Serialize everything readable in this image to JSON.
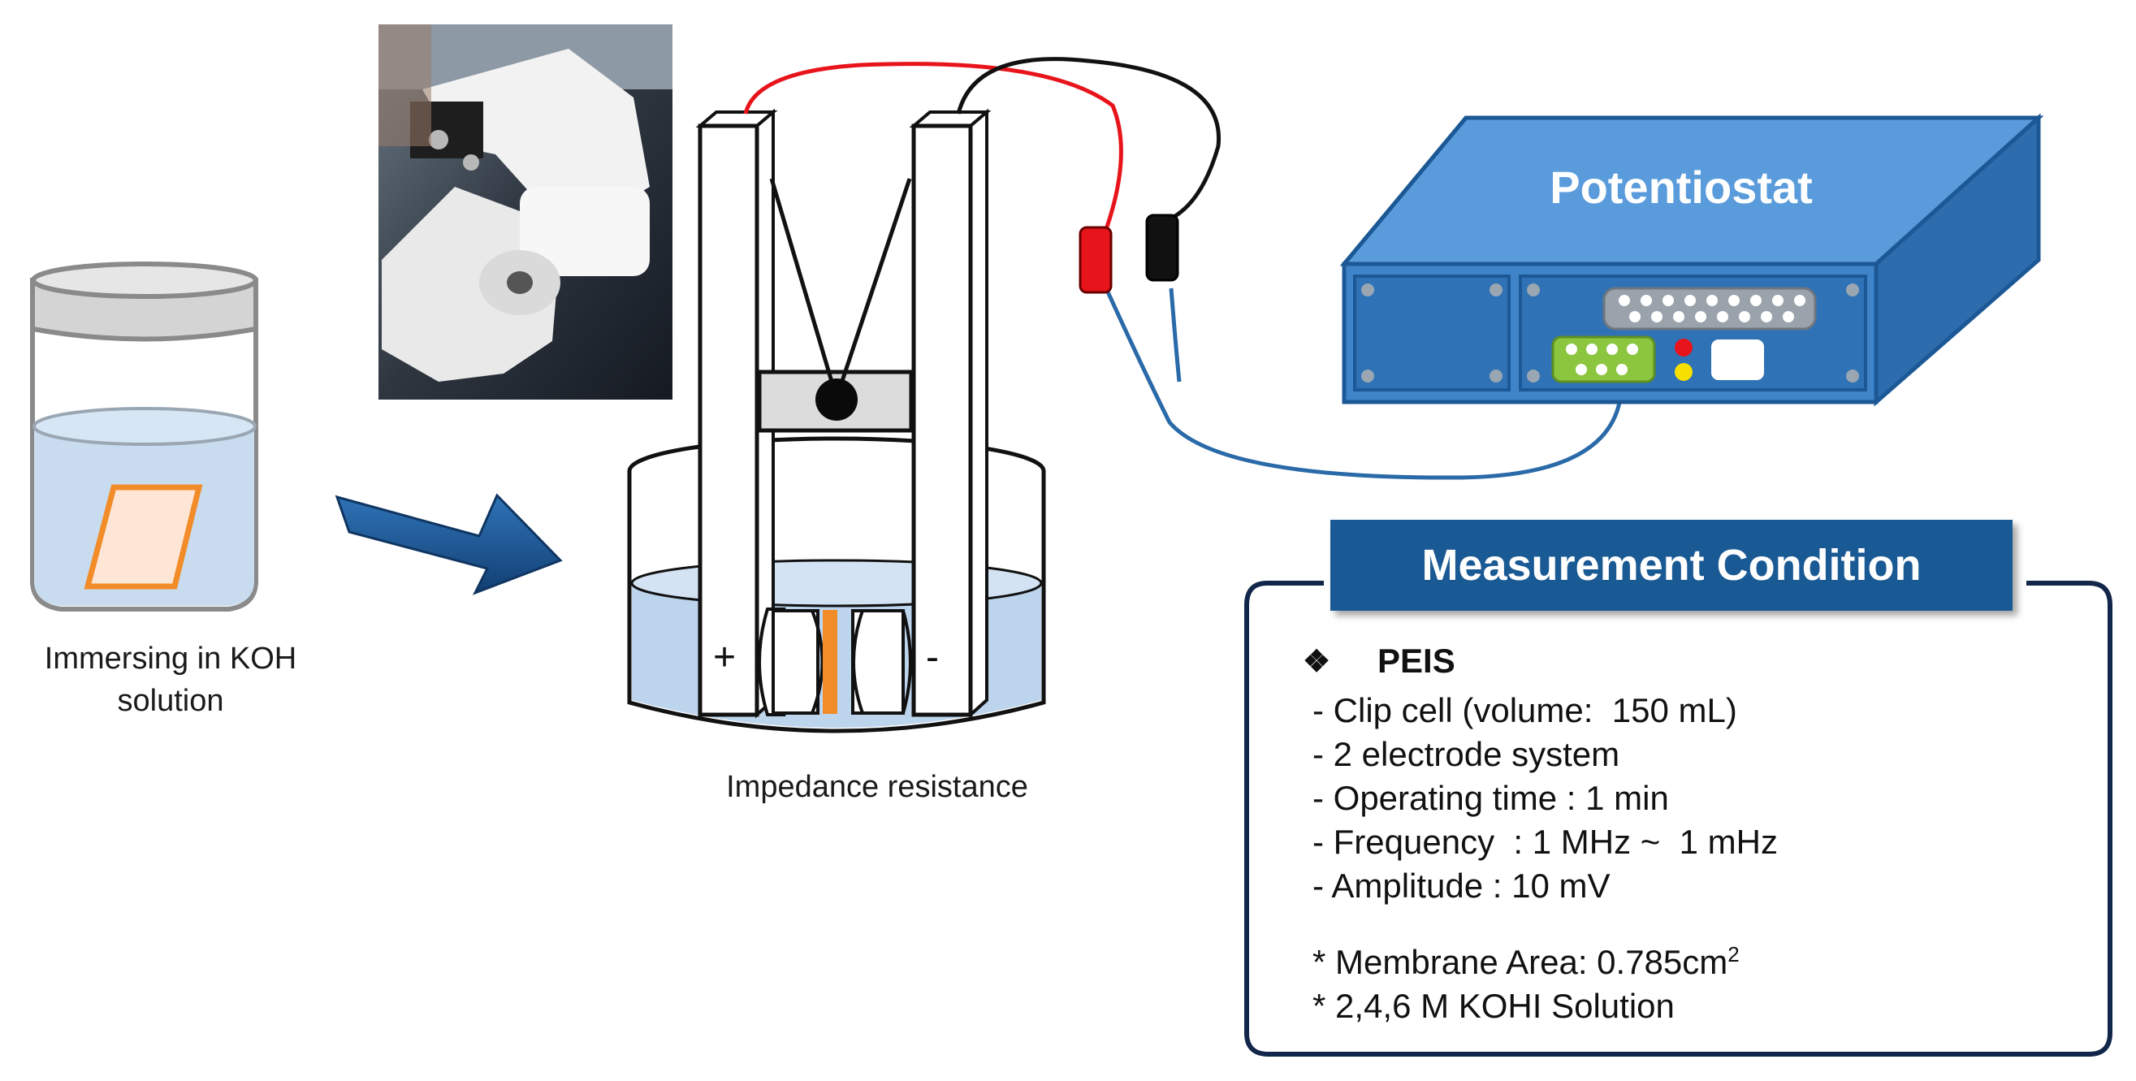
{
  "labels": {
    "beaker_caption": "Immersing in KOH solution",
    "cell_caption": "Impedance resistance",
    "potentiostat": "Potentiostat",
    "plus": "+",
    "minus": "-"
  },
  "condition": {
    "title": "Measurement Condition",
    "method_bullet": "❖",
    "method": "PEIS",
    "items": [
      "- Clip cell (volume:  150 mL)",
      "- 2 electrode system",
      "- Operating time : 1 min",
      "- Frequency  : 1 MHz ~  1 mHz",
      "- Amplitude : 10 mV"
    ],
    "note_area_prefix": "* Membrane Area: 0.785cm",
    "note_area_sup": "2",
    "note_solution": "* 2,4,6 M KOHI Solution"
  },
  "colors": {
    "device_blue": "#4a8ed0",
    "device_dark": "#1c5896",
    "title_blue": "#1a5a94",
    "electrolyte": "#c9dcef",
    "membrane": "#f28c28",
    "red_wire": "#e8141b",
    "black_wire": "#111111",
    "blue_wire": "#2a6aa8"
  },
  "icons": {
    "arrow": "right-arrow-icon",
    "beaker": "beaker-icon",
    "photo": "clip-cell-photo"
  }
}
